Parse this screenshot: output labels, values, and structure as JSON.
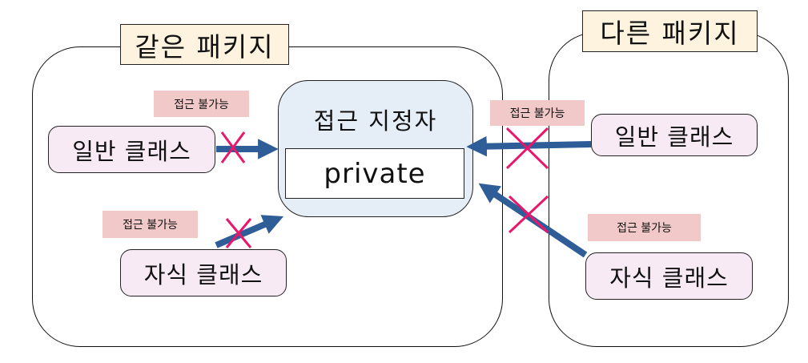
{
  "packages": {
    "same": {
      "title": "같은 패키지"
    },
    "other": {
      "title": "다른 패키지"
    }
  },
  "access_modifier": {
    "title": "접근 지정자",
    "value": "private"
  },
  "classes": {
    "same_normal": "일반 클래스",
    "same_child": "자식 클래스",
    "other_normal": "일반 클래스",
    "other_child": "자식 클래스"
  },
  "labels": {
    "same_normal": "접근 불가능",
    "other_normal": "접근 불가능",
    "same_child": "접근 불가능",
    "other_child": "접근 불가능"
  },
  "colors": {
    "arrow": "#2f5d97",
    "cross": "#e8176c",
    "label_bg": "#f2c9c9",
    "class_bg": "#f7eaf4",
    "modifier_bg": "#e5edf6",
    "package_title_bg": "#fdf3df"
  }
}
